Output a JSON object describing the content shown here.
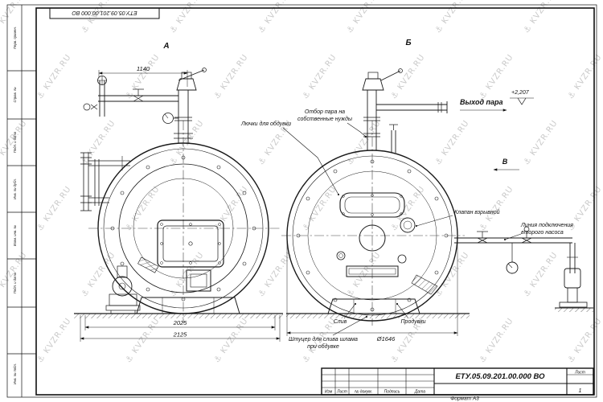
{
  "watermark": {
    "text": "KVZR.RU",
    "icon": "⚓"
  },
  "frame": {
    "top_stamp": "ЕТУ.05.09.201.00.000  ВО",
    "margin_labels": [
      "Перв. примен.",
      "Справ. №",
      "Подп. и дата",
      "Инв. № дубл.",
      "Взам. инв. №",
      "Подп. и дата",
      "Инв. № подл."
    ]
  },
  "views": {
    "a": "А",
    "b": "Б",
    "v": "В"
  },
  "callouts": {
    "steam_own_1": "Отбор пара на",
    "steam_own_2": "собственные нужды",
    "hatches": "Лючки для обдувки",
    "steam_out": "Выход пара",
    "elevation": "+2,207",
    "explosion_valve": "Клапан взрывной",
    "pump_line_1": "Линия подключения",
    "pump_line_2": "второго насоса",
    "drain": "Слив",
    "blowdown": "Продувки",
    "sludge_1": "Штуцер для слива шлама",
    "sludge_2": "при обдувке"
  },
  "dims": {
    "w1140": "1140",
    "w2025": "2025",
    "w2125": "2125",
    "d1646": "Ø1646"
  },
  "title_block": {
    "doc_number": "ЕТУ.05.09.201.00.000  ВО",
    "format": "Формат А3",
    "sheet_label": "Лист",
    "sheet_value": "1",
    "row_labels": [
      "Изм",
      "Лист",
      "№ докум.",
      "Подпись",
      "Дата"
    ]
  }
}
